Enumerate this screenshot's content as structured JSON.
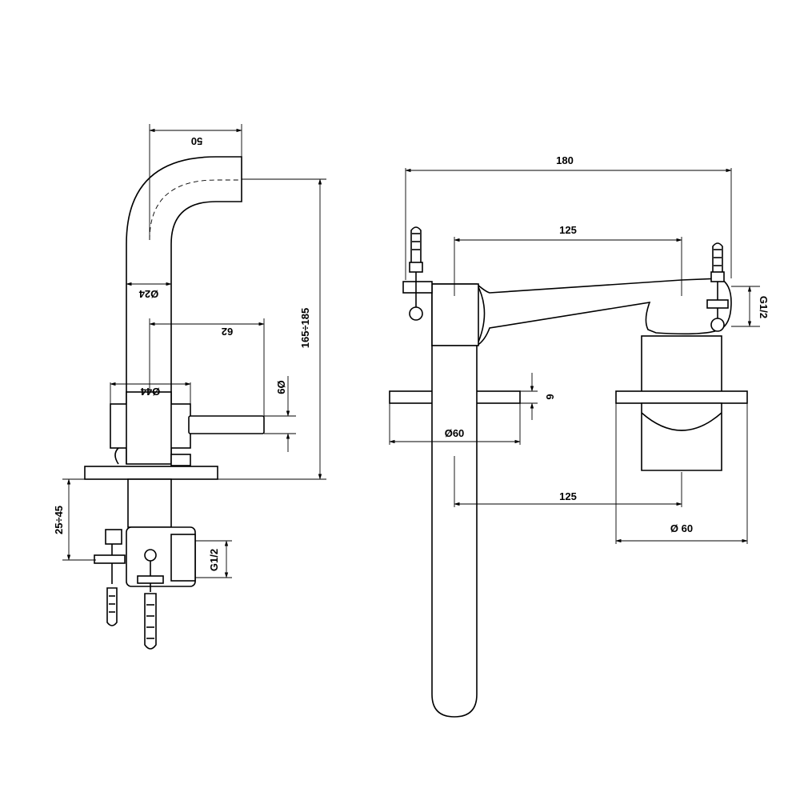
{
  "drawing": {
    "side_view": {
      "dim_spout_reach": "50",
      "dim_spout_diameter": "Ø24",
      "dim_handle_reach": "62",
      "dim_handle_diameter": "Ø9",
      "dim_body_diameter": "Ø44",
      "dim_height": "165÷185",
      "dim_deck_thickness": "25÷45",
      "dim_thread": "G1/2"
    },
    "front_view": {
      "dim_overall_width": "180",
      "dim_center_top": "125",
      "dim_thread": "G1/2",
      "dim_plate_thickness": "6",
      "dim_left_plate_diameter": "Ø60",
      "dim_center_bottom": "125",
      "dim_right_plate_diameter": "Ø 60"
    }
  }
}
